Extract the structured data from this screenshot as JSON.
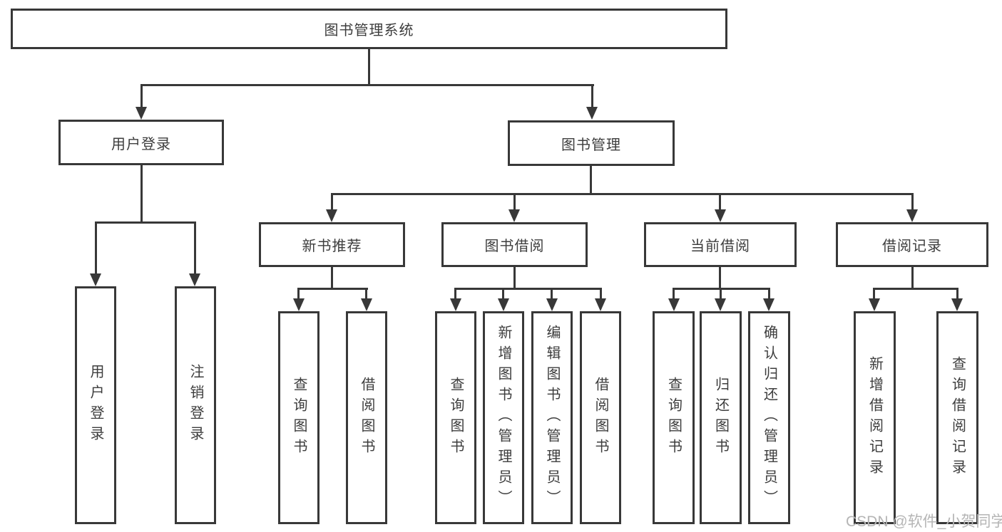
{
  "colors": {
    "line": "#383838",
    "text": "#3d3d3d",
    "watermark": "#b5b5b5",
    "background": "#ffffff"
  },
  "watermark": {
    "text": "CSDN @软件_小贺同学"
  },
  "diagram": {
    "root": {
      "label": "图书管理系统"
    },
    "branches": {
      "user_login": {
        "label": "用户登录",
        "children": {
          "user_login_leaf": {
            "label": "用户登录"
          },
          "logout_leaf": {
            "label": "注销登录"
          }
        }
      },
      "book_management": {
        "label": "图书管理",
        "children": {
          "new_book_recommend": {
            "label": "新书推荐",
            "children": {
              "query_books": {
                "label": "查询图书"
              },
              "borrow_books": {
                "label": "借阅图书"
              }
            }
          },
          "book_borrowing": {
            "label": "图书借阅",
            "children": {
              "query_books": {
                "label": "查询图书"
              },
              "add_books": {
                "label": "新增图书（管理员）"
              },
              "edit_books": {
                "label": "编辑图书（管理员）"
              },
              "borrow_books": {
                "label": "借阅图书"
              }
            }
          },
          "current_borrowing": {
            "label": "当前借阅",
            "children": {
              "query_books": {
                "label": "查询图书"
              },
              "return_books": {
                "label": "归还图书"
              },
              "confirm_return": {
                "label": "确认归还（管理员）"
              }
            }
          },
          "borrowing_records": {
            "label": "借阅记录",
            "children": {
              "add_record": {
                "label": "新增借阅记录"
              },
              "query_record": {
                "label": "查询借阅记录"
              }
            }
          }
        }
      }
    }
  }
}
